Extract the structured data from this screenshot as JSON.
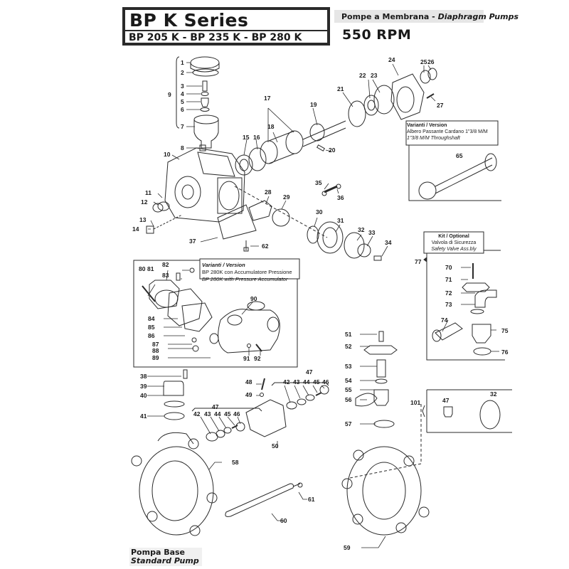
{
  "header": {
    "title": "BP K  Series",
    "models": "BP 205 K - BP 235 K - BP 280 K",
    "subtitle_it": "Pompe a Membrana",
    "subtitle_sep": " - ",
    "subtitle_en": "Diaphragm Pumps",
    "rpm": "550 RPM"
  },
  "variant_shaft": {
    "heading": "Varianti  /  Version",
    "line1": "Albero Passante Cardano 1\"3/8 M/M",
    "line2": "1\"3/8 M/M Throughshaft",
    "part": "65"
  },
  "variant_accumulator": {
    "heading": "Varianti  /  Version",
    "line1": "BP 280K  con Accumulatore Pressione",
    "line2": "BP 280K  with Pressure Accumulator"
  },
  "kit_safety_valve": {
    "heading": "Kit / Optional",
    "line1": "Valvola di Sicurezza",
    "line2": "Safety Valve Ass.bly",
    "assembly_no": "77"
  },
  "kit_101": {
    "assembly_no": "101",
    "parts": [
      "47",
      "32"
    ]
  },
  "footer": {
    "line1": "Pompa Base",
    "line2": "Standard Pump"
  },
  "part_labels": [
    "1",
    "2",
    "3",
    "4",
    "5",
    "6",
    "7",
    "8",
    "9",
    "10",
    "11",
    "12",
    "13",
    "14",
    "15",
    "16",
    "17",
    "18",
    "19",
    "20",
    "21",
    "22",
    "23",
    "24",
    "25",
    "26",
    "27",
    "28",
    "29",
    "30",
    "31",
    "32",
    "33",
    "34",
    "35",
    "36",
    "37",
    "38",
    "39",
    "40",
    "41",
    "42",
    "43",
    "44",
    "45",
    "46",
    "47",
    "48",
    "49",
    "50",
    "51",
    "52",
    "53",
    "54",
    "55",
    "56",
    "57",
    "58",
    "59",
    "60",
    "61",
    "62",
    "65",
    "70",
    "71",
    "72",
    "73",
    "74",
    "75",
    "76",
    "77",
    "80",
    "81",
    "82",
    "83",
    "84",
    "85",
    "86",
    "87",
    "88",
    "89",
    "90",
    "91",
    "92",
    "101"
  ]
}
